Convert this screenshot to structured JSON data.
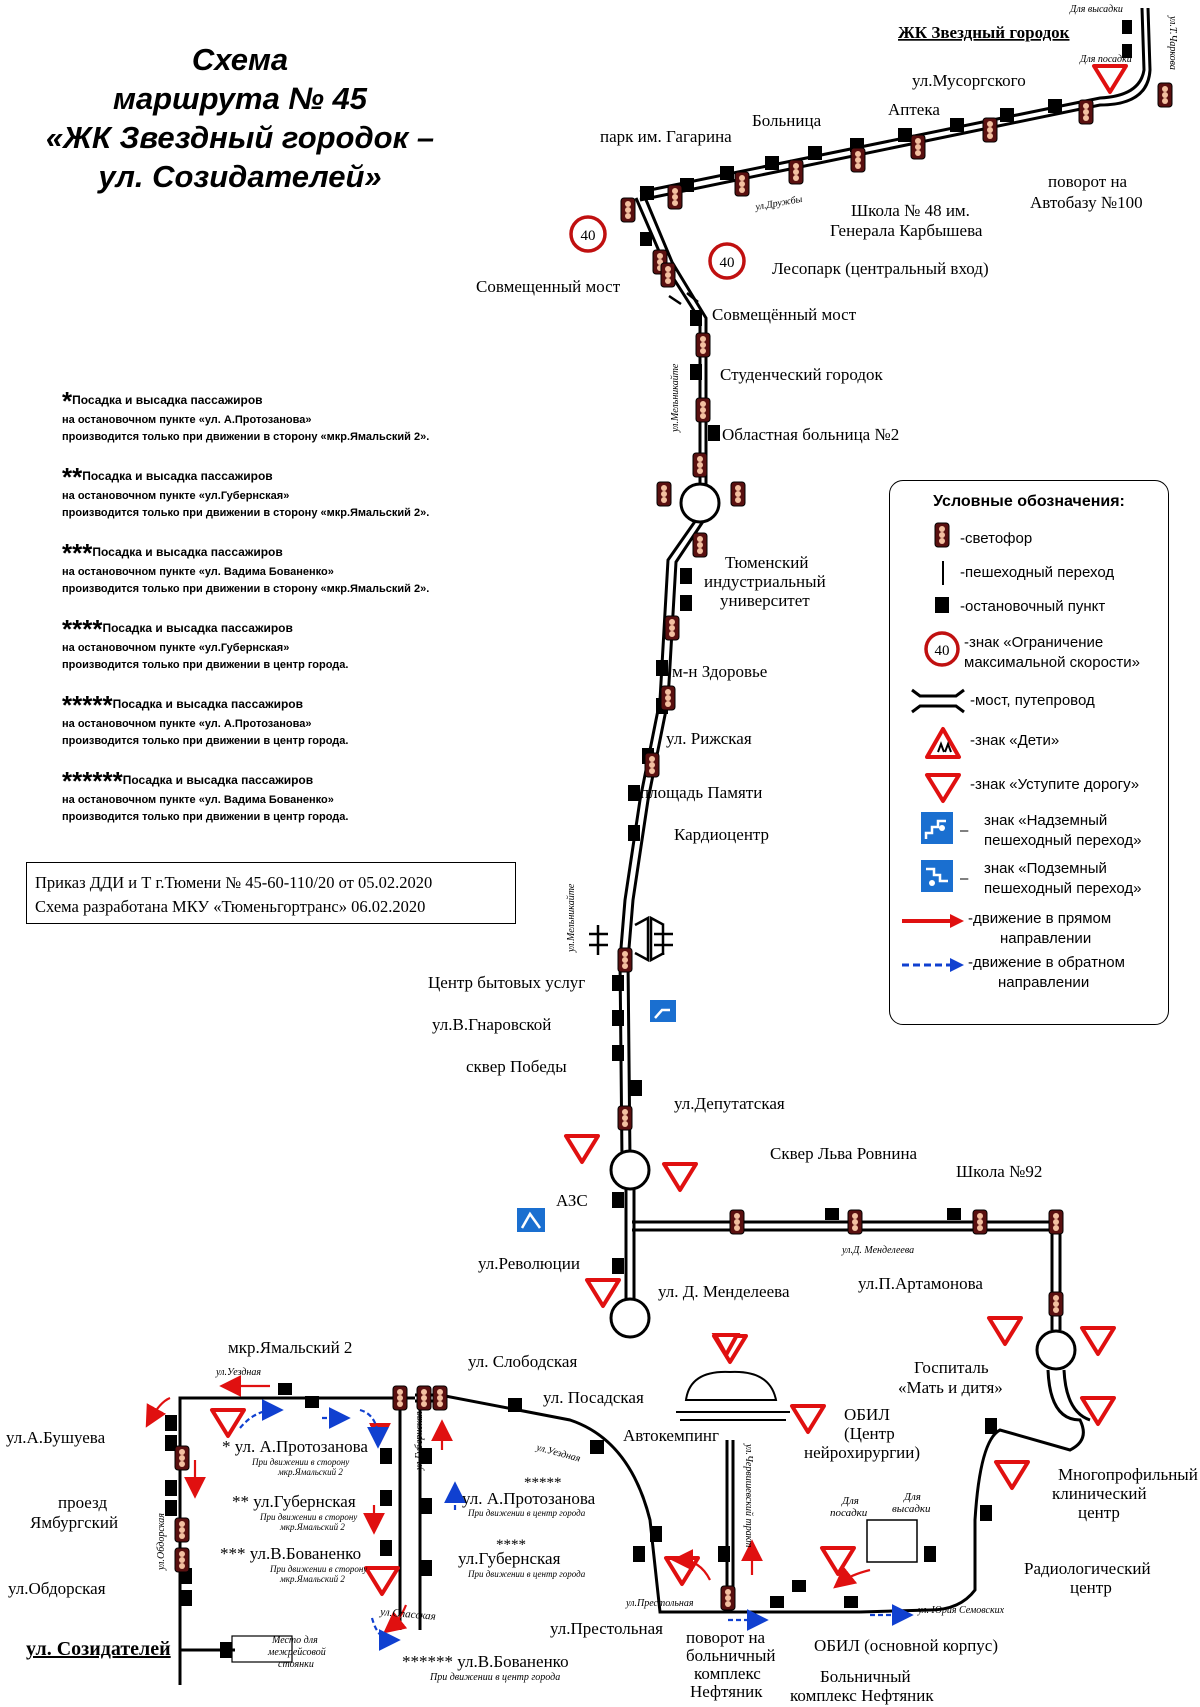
{
  "title": {
    "line1": "Схема",
    "line2": "маршрута № 45",
    "line3": "«ЖК Звездный городок –",
    "line4": "ул. Созидателей»"
  },
  "notes": [
    {
      "stars": "*",
      "head": "Посадка и высадка пассажиров",
      "line2": "на остановочном пункте «ул. А.Протозанова»",
      "line3": "производится только при движении в сторону «мкр.Ямальский 2»."
    },
    {
      "stars": "**",
      "head": "Посадка и высадка пассажиров",
      "line2": "на остановочном пункте «ул.Губернская»",
      "line3": "производится только при движении в сторону «мкр.Ямальский 2»."
    },
    {
      "stars": "***",
      "head": "Посадка и высадка пассажиров",
      "line2": "на остановочном пункте «ул. Вадима Бованенко»",
      "line3": "производится только при движении в сторону «мкр.Ямальский 2»."
    },
    {
      "stars": "****",
      "head": "Посадка и высадка пассажиров",
      "line2": "на остановочном пункте «ул.Губернская»",
      "line3": "производится только при движении в центр города."
    },
    {
      "stars": "*****",
      "head": "Посадка и высадка пассажиров",
      "line2": "на остановочном пункте «ул. А.Протозанова»",
      "line3": "производится только при движении в центр города."
    },
    {
      "stars": "******",
      "head": "Посадка и высадка пассажиров",
      "line2": "на остановочном пункте «ул. Вадима Бованенко»",
      "line3": "производится только при движении в центр города."
    }
  ],
  "order": {
    "line1": "Приказ ДДИ и Т г.Тюмени № 45-60-110/20 от 05.02.2020",
    "line2": "Схема разработана МКУ «Тюменьгортранс» 06.02.2020"
  },
  "legend": {
    "heading": "Условные обозначения:",
    "items": [
      "-светофор",
      "-пешеходный переход",
      "-остановочный пункт",
      "-знак «Ограничение",
      "максимальной скорости»",
      "-мост, путепровод",
      "-знак «Дети»",
      "-знак «Уступите дорогу»",
      "знак «Надземный",
      "пешеходный переход»",
      "знак «Подземный",
      "пешеходный переход»",
      "-движение в прямом",
      "направлении",
      "-движение в обратном",
      "направлении"
    ],
    "speed": "40"
  },
  "colors": {
    "route": "#000000",
    "signal": "#8b1a1a",
    "forward": "#e01010",
    "backward": "#1040d0",
    "sign_blue": "#1a6fd0"
  },
  "stops": {
    "zvezdny": "ЖК Звездный городок",
    "vysadka": "Для высадки",
    "posadka": "Для посадки",
    "chapaeva": "ул.Т.Чаркова",
    "musorgsky": "ул.Мусоргского",
    "apteka": "Аптека",
    "bolnitsa": "Больница",
    "gagarin": "парк им. Гагарина",
    "druzhby": "ул.Дружбы",
    "shkola48a": "Школа № 48 им.",
    "shkola48b": "Генерала Карбышева",
    "povorot_a": "поворот на",
    "povorot_b": "Автобазу №100",
    "lesopark": "Лесопарк (центральный вход)",
    "most1": "Совмещенный мост",
    "most2": "Совмещённый мост",
    "speed1": "40",
    "speed2": "40",
    "melnik1": "ул.Мельникайте",
    "student": "Студенческий городок",
    "obl2": "Областная больница №2",
    "tiu_a": "Тюменский",
    "tiu_b": "индустриальный",
    "tiu_c": "университет",
    "zdorovie": "м-н Здоровье",
    "rizhskaya": "ул. Рижская",
    "pamyati": "площадь Памяти",
    "kardio": "Кардиоцентр",
    "melnik2": "ул.Мельникайте",
    "cbu": "Центр бытовых услуг",
    "gnarovskoy": "ул.В.Гнаровской",
    "skver": "сквер Победы",
    "deputat": "ул.Депутатская",
    "azs": "АЗС",
    "revol": "ул.Революции",
    "mendeleev": "ул. Д. Менделеева",
    "mendeleev2": "ул.Д. Менделеева",
    "rovnin": "Сквер Льва Ровнина",
    "shkola92": "Школа №92",
    "artamonov": "ул.П.Артамонова",
    "gospital_a": "Госпиталь",
    "gospital_b": "«Мать и дитя»",
    "mnogo_a": "Многопрофильный",
    "mnogo_b": "клинический",
    "mnogo_c": "центр",
    "obil_a": "ОБИЛ",
    "obil_b": "(Центр",
    "obil_c": "нейрохирургии)",
    "dlya_pos": "Для",
    "dlya_pos2": "посадки",
    "dlya_vys": "Для",
    "dlya_vys2": "высадки",
    "radio_a": "Радиологический",
    "radio_b": "центр",
    "semovskih": "ул. Юрия Семовских",
    "obil_main": "ОБИЛ (основной корпус)",
    "bkn_a": "Больничный",
    "bkn_b": "комплекс Нефтяник",
    "pov_bkn_a": "поворот на",
    "pov_bkn_b": "больничный",
    "pov_bkn_c": "комплекс",
    "pov_bkn_d": "Нефтяник",
    "prestol": "ул.Престольная",
    "prestol2": "ул.Престольная",
    "avtokemping": "Автокемпинг",
    "chervish": "ул.Червишевский тракт",
    "slobod": "ул. Слободская",
    "posad": "ул. Посадская",
    "uezdnaya2": "ул.Уездная",
    "yamal2": "мкр.Ямальский 2",
    "uezdnaya": "ул.Уездная",
    "gubern_v": "ул.Губернская",
    "bushuev": "ул.А.Бушуева",
    "yambur_a": "проезд",
    "yambur_b": "Ямбургский",
    "obdor_v": "ул.Обдорская",
    "obdor": "ул.Обдорская",
    "sozid": "ул. Созидателей",
    "mesto_a": "Место для",
    "mesto_b": "межрейсовой",
    "mesto_c": "стоянки",
    "spasskaya": "ул.Спасская",
    "prot1": "* ул. А.Протозанова",
    "prot1_note_a": "При движении в сторону",
    "prot1_note_b": "мкр.Ямальский 2",
    "gub1": "** ул.Губернская",
    "gub1_note_a": "При движении в сторону",
    "gub1_note_b": "мкр.Ямальский 2",
    "bov1": "*** ул.В.Бованенко",
    "bov1_note_a": "При движении в сторону",
    "bov1_note_b": "мкр.Ямальский 2",
    "prot2_star": "*****",
    "prot2": "ул. А.Протозанова",
    "prot2_note": "При движении в центр города",
    "gub2_star": "****",
    "gub2": "ул.Губернская",
    "gub2_note": "При движении в центр города",
    "bov2": "****** ул.В.Бованенко",
    "bov2_note": "При движении в центр города"
  }
}
